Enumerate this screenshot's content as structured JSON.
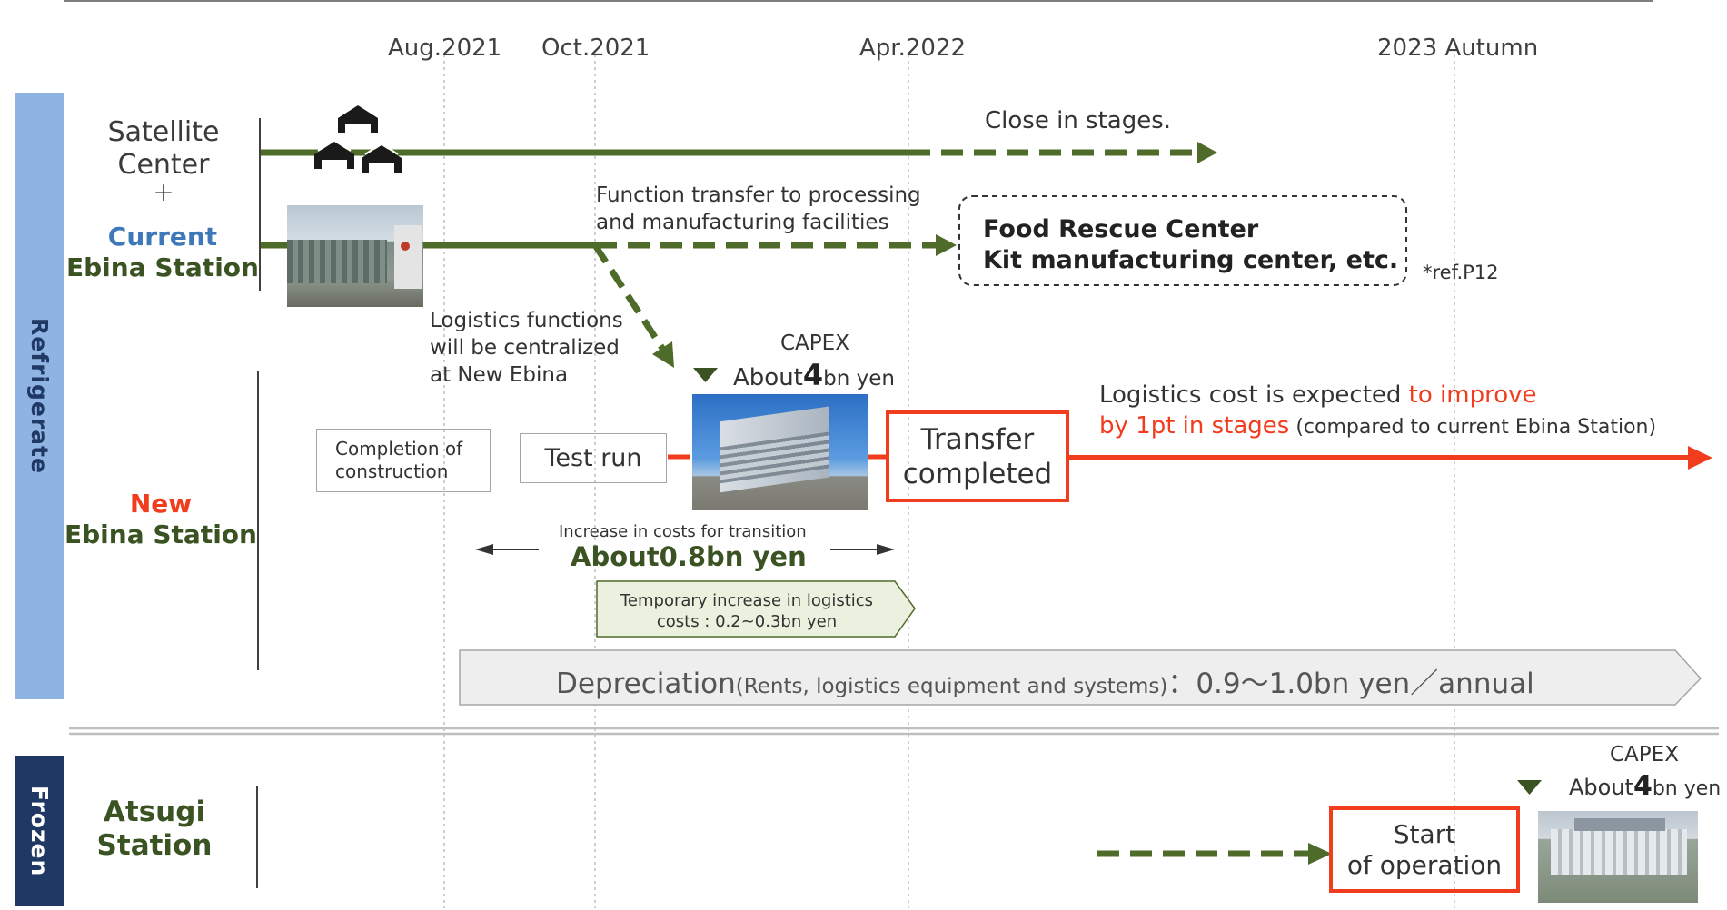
{
  "timeline": {
    "dates": [
      "Aug.2021",
      "Oct.2021",
      "Apr.2022",
      "2023 Autumn"
    ]
  },
  "bands": {
    "refrigerate": "Refrigerate",
    "frozen": "Frozen"
  },
  "rows": {
    "satellite": {
      "line1": "Satellite",
      "line2": "Center",
      "plus": "＋"
    },
    "current": {
      "line1": "Current",
      "line2": "Ebina Station"
    },
    "new_ebina": {
      "line1": "New",
      "line2": "Ebina Station"
    },
    "atsugi": {
      "line1": "Atsugi",
      "line2": "Station"
    }
  },
  "annotations": {
    "close_in_stages": "Close in stages.",
    "function_transfer_1": "Function transfer to processing",
    "function_transfer_2": "and manufacturing facilities",
    "food_rescue_1": "Food Rescue Center",
    "food_rescue_2": "Kit manufacturing center, etc.",
    "ref": "*ref.P12",
    "logistics_1": "Logistics functions",
    "logistics_2": "will be centralized",
    "logistics_3": "at New Ebina",
    "capex_label": "CAPEX",
    "capex_prefix": "About",
    "capex_num": "4",
    "capex_suffix": "bn yen",
    "completion_1": "Completion of",
    "completion_2": "construction",
    "test_run": "Test run",
    "transfer_1": "Transfer",
    "transfer_2": "completed",
    "cost_expect_1": "Logistics cost is expected ",
    "cost_expect_red_1": "to improve",
    "cost_expect_red_2": "by 1pt in stages",
    "cost_expect_note": " (compared to current Ebina Station)",
    "increase_label": "Increase in costs for transition",
    "increase_value": "About0.8bn yen",
    "temp_1": "Temporary increase in logistics",
    "temp_2": "costs : 0.2~0.3bn yen",
    "dep_main": "Depreciation",
    "dep_sub": "(Rents, logistics equipment and systems)",
    "dep_value": "：0.9～1.0bn yen／annual",
    "frozen_capex_label": "CAPEX",
    "frozen_capex_prefix": "About",
    "frozen_capex_num": "4",
    "frozen_capex_suffix": "bn yen",
    "start_1": "Start",
    "start_2": "of operation"
  },
  "colors": {
    "green": "#4f6b2a",
    "red": "#f23c1e",
    "band_light": "#8fb4e3",
    "band_dark": "#1f3864"
  }
}
